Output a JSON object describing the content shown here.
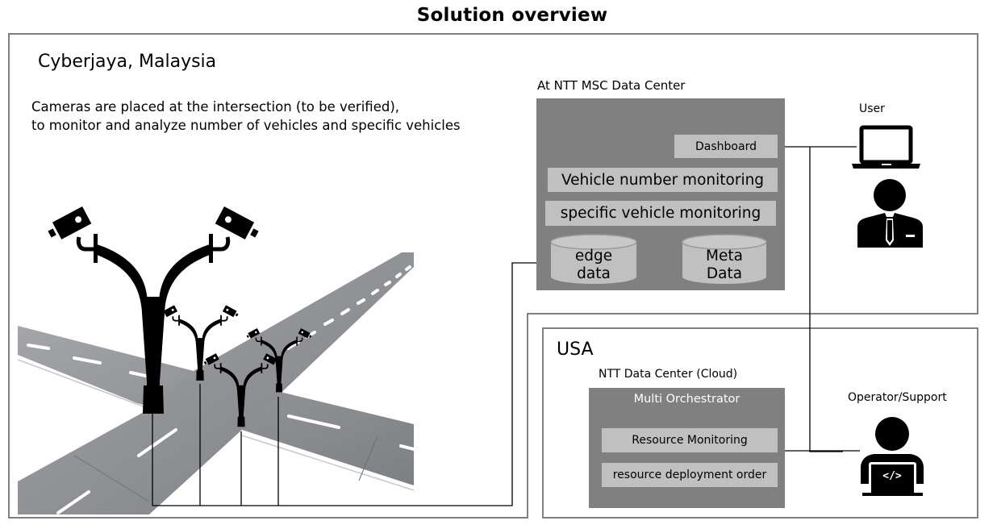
{
  "title": "Solution overview",
  "malaysia": {
    "region": "Cyberjaya, Malaysia",
    "description_lines": [
      "Cameras are placed at the intersection (to be verified),",
      "to monitor and analyze number of vehicles and specific vehicles"
    ],
    "camera_poles": 4,
    "data_center": {
      "label": "At NTT MSC Data Center",
      "dashboard": "Dashboard",
      "vehicle_number_monitoring": "Vehicle number monitoring",
      "specific_vehicle_monitoring": "specific vehicle monitoring",
      "edge_data": [
        "edge",
        "data"
      ],
      "meta_data": [
        "Meta",
        "Data"
      ]
    },
    "user": {
      "label": "User",
      "laptop_icon": "laptop-icon",
      "person_icon": "businessman-icon"
    }
  },
  "usa": {
    "region": "USA",
    "data_center": {
      "label": "NTT Data Center (Cloud)",
      "orchestrator": "Multi Orchestrator",
      "resource_monitoring": "Resource Monitoring",
      "resource_deployment_order": "resource deployment order"
    },
    "operator": {
      "label": "Operator/Support",
      "icon": "developer-at-laptop-icon",
      "code_glyph": "</>"
    }
  },
  "colors": {
    "frame_border": "#808080",
    "panel": "#808080",
    "chip": "#c0c0c0",
    "arrow": "#404040",
    "road": "#8c8e91",
    "icon": "#000000"
  }
}
